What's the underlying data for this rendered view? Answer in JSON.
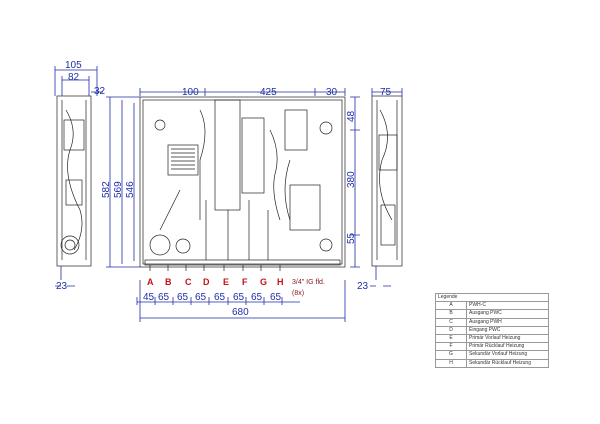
{
  "dimensions": {
    "left_view": {
      "width_total": "105",
      "width_inner": "82",
      "offset_top": "32",
      "bottom": "23"
    },
    "front_view": {
      "top_left": "100",
      "top_middle": "425",
      "top_right": "30",
      "height_total": "582",
      "height_mid": "569",
      "height_inner": "546",
      "right_top": "48",
      "right_middle": "380",
      "right_bottom": "55",
      "first_spacing": "45",
      "spacings": [
        "65",
        "65",
        "65",
        "65",
        "65",
        "65",
        "65"
      ],
      "total_width": "680"
    },
    "right_view": {
      "width": "75",
      "bottom": "23"
    }
  },
  "connections": [
    "A",
    "B",
    "C",
    "D",
    "E",
    "F",
    "G",
    "H"
  ],
  "connection_note": {
    "line1": "3/4\" IG fld.",
    "line2": "(8x)"
  },
  "legend": {
    "title": "Legende",
    "rows": [
      {
        "key": "A",
        "label": "PWH-C"
      },
      {
        "key": "B",
        "label": "Ausgang PWC"
      },
      {
        "key": "C",
        "label": "Ausgang PWH"
      },
      {
        "key": "D",
        "label": "Eingang PWC"
      },
      {
        "key": "E",
        "label": "Primär Vorlauf Heizung"
      },
      {
        "key": "F",
        "label": "Primär Rücklauf Heizung"
      },
      {
        "key": "G",
        "label": "Sekundär Vorlauf Heizung"
      },
      {
        "key": "H",
        "label": "Sekundär Rücklauf Heizung"
      }
    ]
  },
  "colors": {
    "dimension": "#1f2fa8",
    "connection": "#c0141a"
  }
}
